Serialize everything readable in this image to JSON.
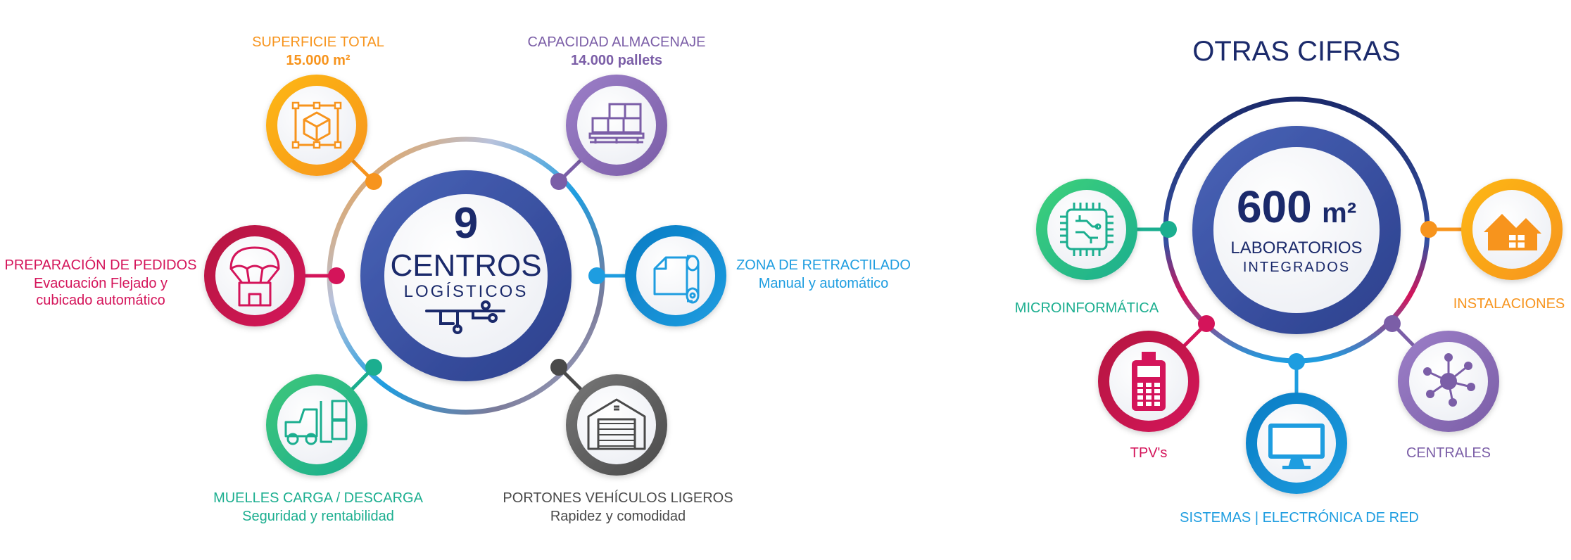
{
  "left": {
    "center": {
      "number": "9",
      "line1": "CENTROS",
      "line2": "LOGÍSTICOS",
      "icon": "circuit-icon"
    },
    "nodes": [
      {
        "key": "superficie",
        "icon": "cube-area-icon",
        "color": "#F7941D",
        "color2": "#FDB813",
        "title": "SUPERFICIE TOTAL",
        "sub": "15.000 m²"
      },
      {
        "key": "capacidad",
        "icon": "pallet-boxes-icon",
        "color": "#7B5EA7",
        "color2": "#9C7FC8",
        "title": "CAPACIDAD ALMACENAJE",
        "sub": "14.000 pallets"
      },
      {
        "key": "preparacion",
        "icon": "parachute-box-icon",
        "color": "#D4145A",
        "color2": "#B5123F",
        "title": "PREPARACIÓN DE PEDIDOS",
        "sub": "Evacuación Flejado y",
        "sub2": "cubicado automático"
      },
      {
        "key": "retractilado",
        "icon": "film-roll-icon",
        "color": "#1E9DE0",
        "color2": "#0A7CC4",
        "title": "ZONA DE RETRACTILADO",
        "sub": "Manual y automático"
      },
      {
        "key": "muelles",
        "icon": "forklift-icon",
        "color": "#1BAE8F",
        "color2": "#3EC77A",
        "title": "MUELLES CARGA / DESCARGA",
        "sub": "Seguridad y rentabilidad"
      },
      {
        "key": "portones",
        "icon": "warehouse-door-icon",
        "color": "#4A4A4A",
        "color2": "#777777",
        "title": "PORTONES VEHÍCULOS LIGEROS",
        "sub": "Rapidez y comodidad"
      }
    ]
  },
  "right": {
    "heading": "OTRAS CIFRAS",
    "center": {
      "number": "600",
      "unit": "m²",
      "line1": "LABORATORIOS",
      "line2": "INTEGRADOS"
    },
    "nodes": [
      {
        "key": "micro",
        "icon": "microchip-icon",
        "color": "#1BAE8F",
        "color2": "#3ED17A",
        "title": "MICROINFORMÁTICA"
      },
      {
        "key": "instalaciones",
        "icon": "houses-icon",
        "color": "#F7941D",
        "color2": "#FDB813",
        "title": "INSTALACIONES"
      },
      {
        "key": "tpv",
        "icon": "pos-terminal-icon",
        "color": "#D4145A",
        "color2": "#B5123F",
        "title": "TPV's"
      },
      {
        "key": "sistemas",
        "icon": "monitor-icon",
        "color": "#1E9DE0",
        "color2": "#0A7CC4",
        "title": "SISTEMAS | ELECTRÓNICA DE RED"
      },
      {
        "key": "centrales",
        "icon": "network-hub-icon",
        "color": "#7B5EA7",
        "color2": "#9C7FC8",
        "title": "CENTRALES"
      }
    ]
  },
  "colors": {
    "navy": "#1B2A6B",
    "blue": "#3550A0",
    "ring": "#B8C2DC"
  }
}
